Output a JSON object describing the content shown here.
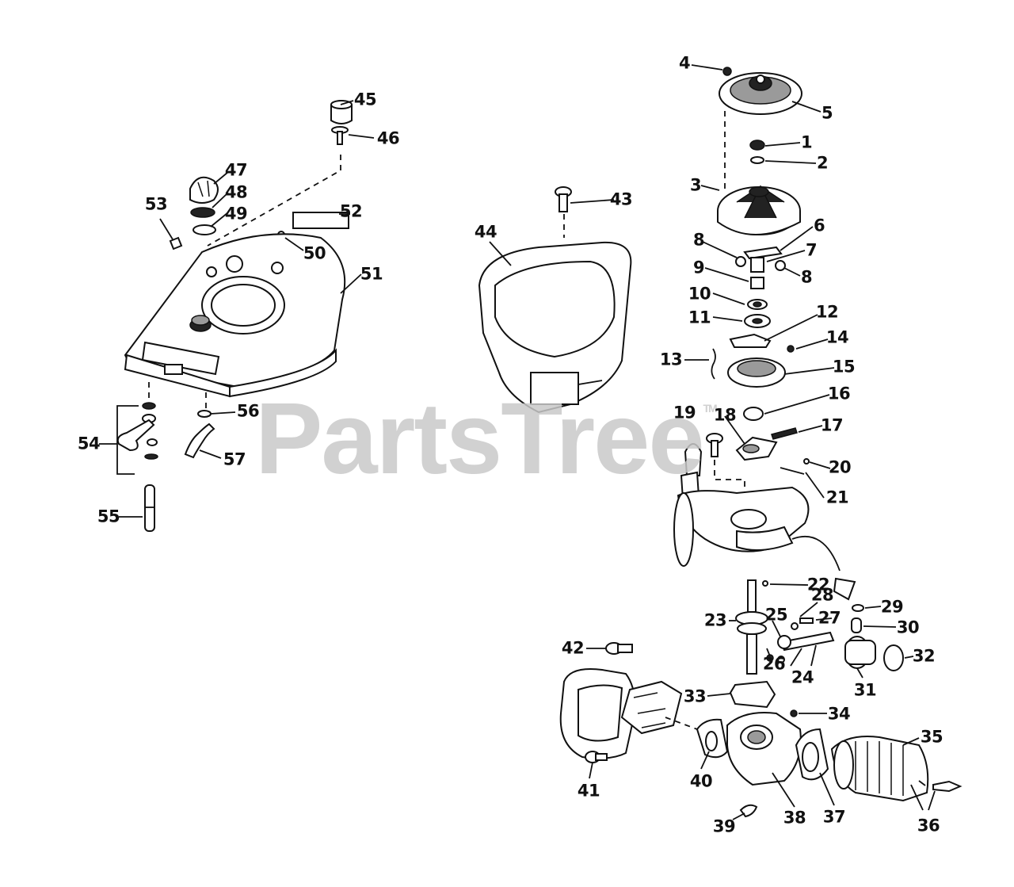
{
  "watermark": {
    "text": "PartsTree",
    "tm": "TM"
  },
  "callouts": [
    {
      "id": "1",
      "label": "1"
    },
    {
      "id": "2",
      "label": "2"
    },
    {
      "id": "3",
      "label": "3"
    },
    {
      "id": "4",
      "label": "4"
    },
    {
      "id": "5",
      "label": "5"
    },
    {
      "id": "6",
      "label": "6"
    },
    {
      "id": "7",
      "label": "7"
    },
    {
      "id": "8a",
      "label": "8"
    },
    {
      "id": "8b",
      "label": "8"
    },
    {
      "id": "9",
      "label": "9"
    },
    {
      "id": "10",
      "label": "10"
    },
    {
      "id": "11",
      "label": "11"
    },
    {
      "id": "12",
      "label": "12"
    },
    {
      "id": "13",
      "label": "13"
    },
    {
      "id": "14",
      "label": "14"
    },
    {
      "id": "15",
      "label": "15"
    },
    {
      "id": "16",
      "label": "16"
    },
    {
      "id": "17",
      "label": "17"
    },
    {
      "id": "18",
      "label": "18"
    },
    {
      "id": "19",
      "label": "19"
    },
    {
      "id": "20",
      "label": "20"
    },
    {
      "id": "21",
      "label": "21"
    },
    {
      "id": "22",
      "label": "22"
    },
    {
      "id": "23",
      "label": "23"
    },
    {
      "id": "24",
      "label": "24"
    },
    {
      "id": "25",
      "label": "25"
    },
    {
      "id": "26",
      "label": "26"
    },
    {
      "id": "27",
      "label": "27"
    },
    {
      "id": "28",
      "label": "28"
    },
    {
      "id": "29",
      "label": "29"
    },
    {
      "id": "30",
      "label": "30"
    },
    {
      "id": "31",
      "label": "31"
    },
    {
      "id": "32",
      "label": "32"
    },
    {
      "id": "33",
      "label": "33"
    },
    {
      "id": "34",
      "label": "34"
    },
    {
      "id": "35",
      "label": "35"
    },
    {
      "id": "36",
      "label": "36"
    },
    {
      "id": "37",
      "label": "37"
    },
    {
      "id": "38",
      "label": "38"
    },
    {
      "id": "39",
      "label": "39"
    },
    {
      "id": "40",
      "label": "40"
    },
    {
      "id": "41",
      "label": "41"
    },
    {
      "id": "42",
      "label": "42"
    },
    {
      "id": "43",
      "label": "43"
    },
    {
      "id": "44",
      "label": "44"
    },
    {
      "id": "45",
      "label": "45"
    },
    {
      "id": "46",
      "label": "46"
    },
    {
      "id": "47",
      "label": "47"
    },
    {
      "id": "48",
      "label": "48"
    },
    {
      "id": "49",
      "label": "49"
    },
    {
      "id": "50",
      "label": "50"
    },
    {
      "id": "51",
      "label": "51"
    },
    {
      "id": "52",
      "label": "52"
    },
    {
      "id": "53",
      "label": "53"
    },
    {
      "id": "54",
      "label": "54"
    },
    {
      "id": "55",
      "label": "55"
    },
    {
      "id": "56",
      "label": "56"
    },
    {
      "id": "57",
      "label": "57"
    }
  ]
}
